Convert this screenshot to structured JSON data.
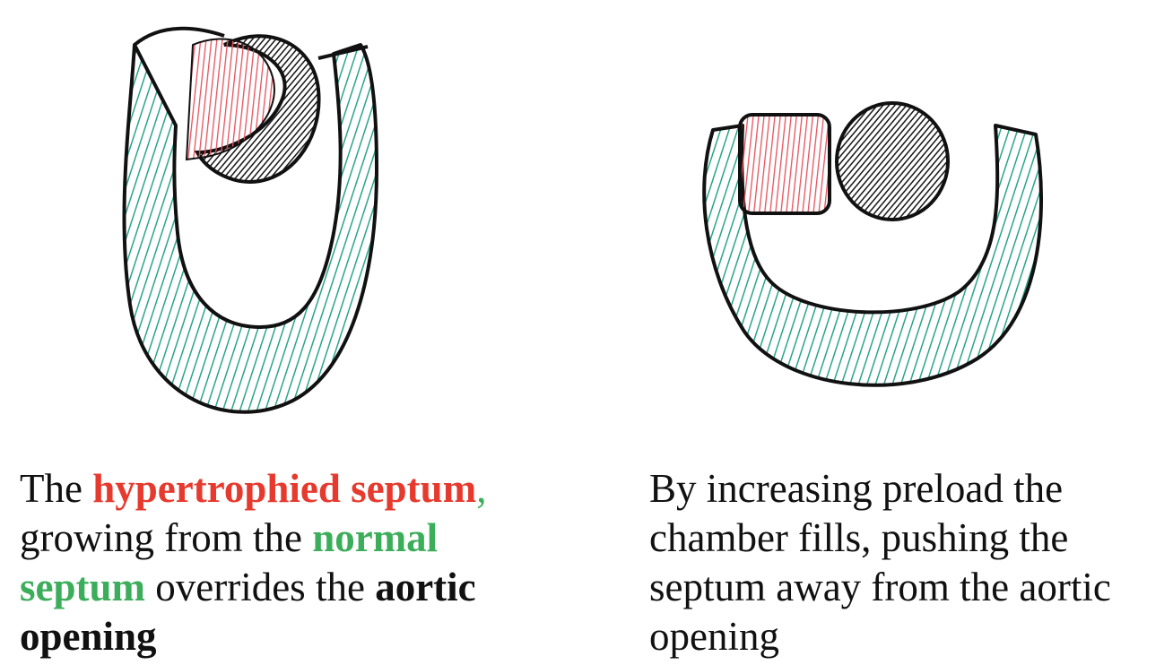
{
  "left": {
    "caption": {
      "t1": "The ",
      "hypertrophied": "hypertrophied septum",
      "comma": ",",
      "t2": " growing from the ",
      "normal": "normal septum",
      "t3": " overrides the ",
      "aortic": "aortic opening"
    }
  },
  "right": {
    "caption": "By increasing preload the chamber fills, pushing the septum away from the aortic opening"
  },
  "colors": {
    "septum_hypertrophied": "#e8505b",
    "septum_normal": "#2aa58a",
    "aorta": "#151515",
    "outline": "#111111",
    "red_text": "#e63a2e",
    "green_text": "#3cae5b"
  },
  "icons": [
    "hypertrophied-septum-icon",
    "normal-septum-icon",
    "aortic-opening-icon"
  ]
}
